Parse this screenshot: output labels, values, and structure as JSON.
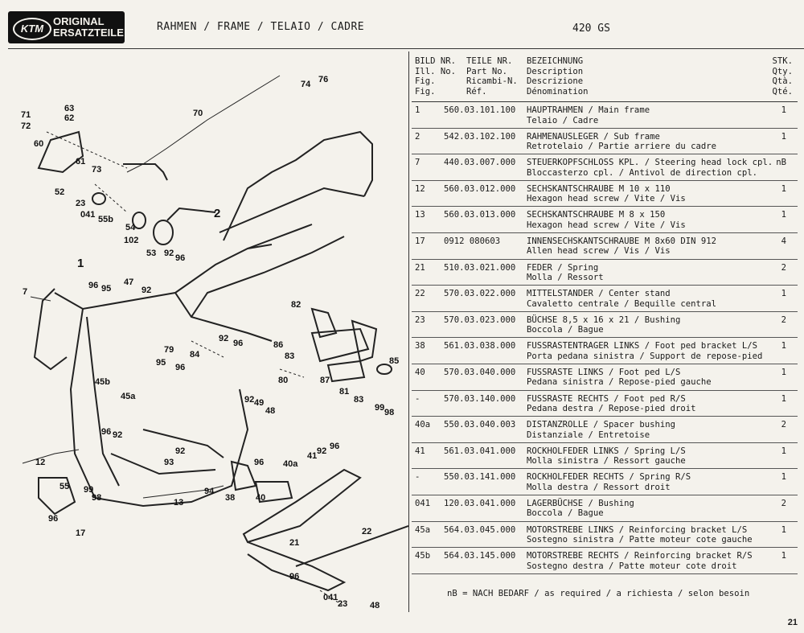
{
  "header": {
    "logo_mark": "KTM",
    "logo_line1": "ORIGINAL",
    "logo_line2": "ERSATZTEILE",
    "title": "RAHMEN / FRAME / TELAIO / CADRE",
    "model": "420 GS"
  },
  "table": {
    "columns": [
      "BILD NR.\nIll. No.\nFig.\nFig.",
      "TEILE NR.\nPart No.\nRicambi-N.\nRéf.",
      "BEZEICHNUNG\nDescription\nDescrizione\nDénomination",
      "STK.\nQty.\nQtà.\nQté."
    ],
    "rows": [
      {
        "fig": "1",
        "part": "560.03.101.100",
        "desc": "HAUPTRAHMEN / Main frame\nTelaio / Cadre",
        "qty": "1"
      },
      {
        "fig": "2",
        "part": "542.03.102.100",
        "desc": "RAHMENAUSLEGER / Sub frame\nRetrotelaio / Partie arriere du cadre",
        "qty": "1"
      },
      {
        "fig": "7",
        "part": "440.03.007.000",
        "desc": "STEUERKOPFSCHLOSS KPL. / Steering head lock cpl.\nBloccasterzo cpl. / Antivol de direction cpl.",
        "qty": "nB"
      },
      {
        "fig": "12",
        "part": "560.03.012.000",
        "desc": "SECHSKANTSCHRAUBE M 10 x 110\nHexagon head screw / Vite / Vis",
        "qty": "1"
      },
      {
        "fig": "13",
        "part": "560.03.013.000",
        "desc": "SECHSKANTSCHRAUBE M 8 x 150\nHexagon head screw / Vite / Vis",
        "qty": "1"
      },
      {
        "fig": "17",
        "part": "0912 080603",
        "desc": "INNENSECHSKANTSCHRAUBE M 8x60 DIN 912\nAllen head screw / Vis / Vis",
        "qty": "4"
      },
      {
        "fig": "21",
        "part": "510.03.021.000",
        "desc": "FEDER / Spring\nMolla / Ressort",
        "qty": "2"
      },
      {
        "fig": "22",
        "part": "570.03.022.000",
        "desc": "MITTELSTANDER / Center stand\nCavaletto centrale / Bequille central",
        "qty": "1"
      },
      {
        "fig": "23",
        "part": "570.03.023.000",
        "desc": "BÜCHSE 8,5 x 16 x 21 / Bushing\nBoccola / Bague",
        "qty": "2"
      },
      {
        "fig": "38",
        "part": "561.03.038.000",
        "desc": "FUSSRASTENTRAGER LINKS / Foot ped bracket L/S\nPorta pedana sinistra / Support de repose-pied",
        "qty": "1"
      },
      {
        "fig": "40",
        "part": "570.03.040.000",
        "desc": "FUSSRASTE LINKS / Foot ped L/S\nPedana sinistra / Repose-pied gauche",
        "qty": "1"
      },
      {
        "fig": "-",
        "part": "570.03.140.000",
        "desc": "FUSSRASTE RECHTS / Foot ped R/S\nPedana destra / Repose-pied droit",
        "qty": "1"
      },
      {
        "fig": "40a",
        "part": "550.03.040.003",
        "desc": "DISTANZROLLE / Spacer bushing\nDistanziale / Entretoise",
        "qty": "2"
      },
      {
        "fig": "41",
        "part": "561.03.041.000",
        "desc": "ROCKHOLFEDER LINKS / Spring L/S\nMolla sinistra / Ressort gauche",
        "qty": "1"
      },
      {
        "fig": "-",
        "part": "550.03.141.000",
        "desc": "ROCKHOLFEDER RECHTS / Spring R/S\nMolla destra / Ressort droit",
        "qty": "1"
      },
      {
        "fig": "041",
        "part": "120.03.041.000",
        "desc": "LAGERBÜCHSE / Bushing\nBoccola / Bague",
        "qty": "2"
      },
      {
        "fig": "45a",
        "part": "564.03.045.000",
        "desc": "MOTORSTREBE LINKS / Reinforcing bracket L/S\nSostegno sinistra / Patte moteur cote gauche",
        "qty": "1"
      },
      {
        "fig": "45b",
        "part": "564.03.145.000",
        "desc": "MOTORSTREBE RECHTS / Reinforcing bracket R/S\nSostegno destra / Patte moteur cote droit",
        "qty": "1"
      }
    ],
    "footnote": "nB = NACH BEDARF / as required / a richiesta / selon besoin"
  },
  "diagram": {
    "callouts": [
      "70",
      "74",
      "76",
      "71",
      "63",
      "62",
      "72",
      "60",
      "61",
      "73",
      "52",
      "23",
      "041",
      "55b",
      "54",
      "102",
      "53",
      "92",
      "96",
      "2",
      "1",
      "96",
      "95",
      "47",
      "92",
      "7",
      "82",
      "92",
      "96",
      "79",
      "86",
      "83",
      "45b",
      "95",
      "96",
      "84",
      "85",
      "80",
      "87",
      "81",
      "83",
      "92",
      "49",
      "48",
      "99",
      "98",
      "45a",
      "96",
      "92",
      "93",
      "92",
      "96",
      "41",
      "92",
      "96",
      "40a",
      "12",
      "55",
      "99",
      "98",
      "96",
      "94",
      "13",
      "38",
      "40",
      "17",
      "22",
      "21",
      "96",
      "041",
      "23",
      "48"
    ]
  },
  "page_number": "21"
}
